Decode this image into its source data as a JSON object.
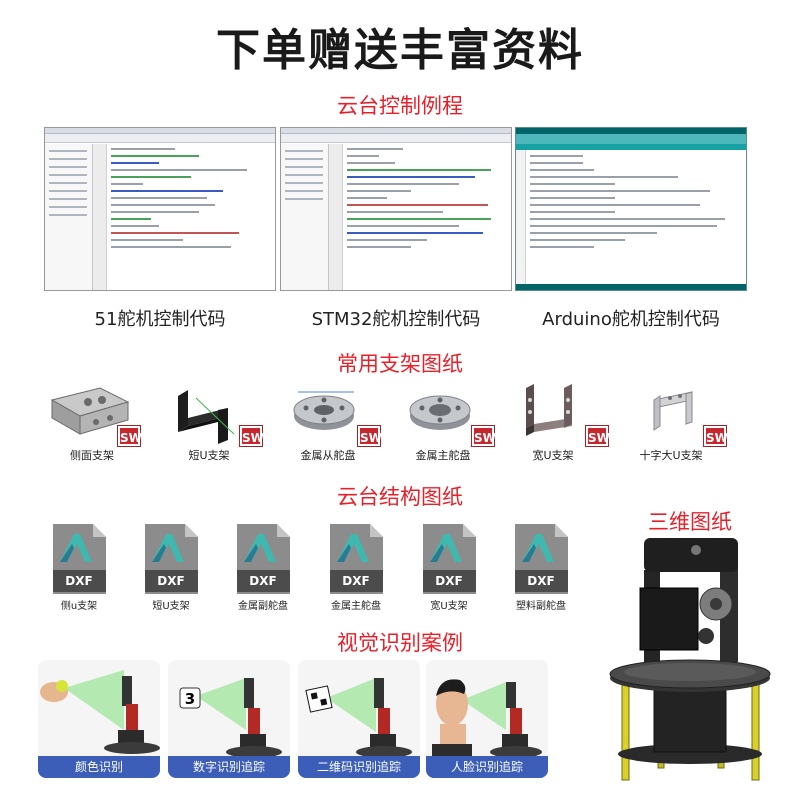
{
  "main_title": "下单赠送丰富资料",
  "sections": {
    "code": "云台控制例程",
    "brackets": "常用支架图纸",
    "structure": "云台结构图纸",
    "three_d": "三维图纸",
    "vision": "视觉识别案例"
  },
  "code_examples": [
    {
      "label": "51舵机控制代码"
    },
    {
      "label": "STM32舵机控制代码"
    },
    {
      "label": "Arduino舵机控制代码"
    }
  ],
  "brackets": [
    {
      "label": "侧面支架",
      "badge": "SW",
      "icon": "side-bracket-icon"
    },
    {
      "label": "短U支架",
      "badge": "SW",
      "icon": "short-u-bracket-icon"
    },
    {
      "label": "金属从舵盘",
      "badge": "SW",
      "icon": "metal-slave-horn-icon"
    },
    {
      "label": "金属主舵盘",
      "badge": "SW",
      "icon": "metal-master-horn-icon"
    },
    {
      "label": "宽U支架",
      "badge": "SW",
      "icon": "wide-u-bracket-icon"
    },
    {
      "label": "十字大U支架",
      "badge": "SW",
      "icon": "cross-u-bracket-icon"
    }
  ],
  "dxf_files": [
    {
      "type": "DXF",
      "label": "侧u支架"
    },
    {
      "type": "DXF",
      "label": "短U支架"
    },
    {
      "type": "DXF",
      "label": "金属副舵盘"
    },
    {
      "type": "DXF",
      "label": "金属主舵盘"
    },
    {
      "type": "DXF",
      "label": "宽U支架"
    },
    {
      "type": "DXF",
      "label": "塑料副舵盘"
    }
  ],
  "vision_cases": [
    {
      "label": "颜色识别",
      "token": ""
    },
    {
      "label": "数字识别追踪",
      "token": "3"
    },
    {
      "label": "二维码识别追踪",
      "token": ""
    },
    {
      "label": "人脸识别追踪",
      "token": ""
    }
  ],
  "colors": {
    "accent_red": "#e8202a",
    "label_blue": "#3c5eb8",
    "sw_red": "#c8262d",
    "beam_green": "#7ee07a"
  }
}
